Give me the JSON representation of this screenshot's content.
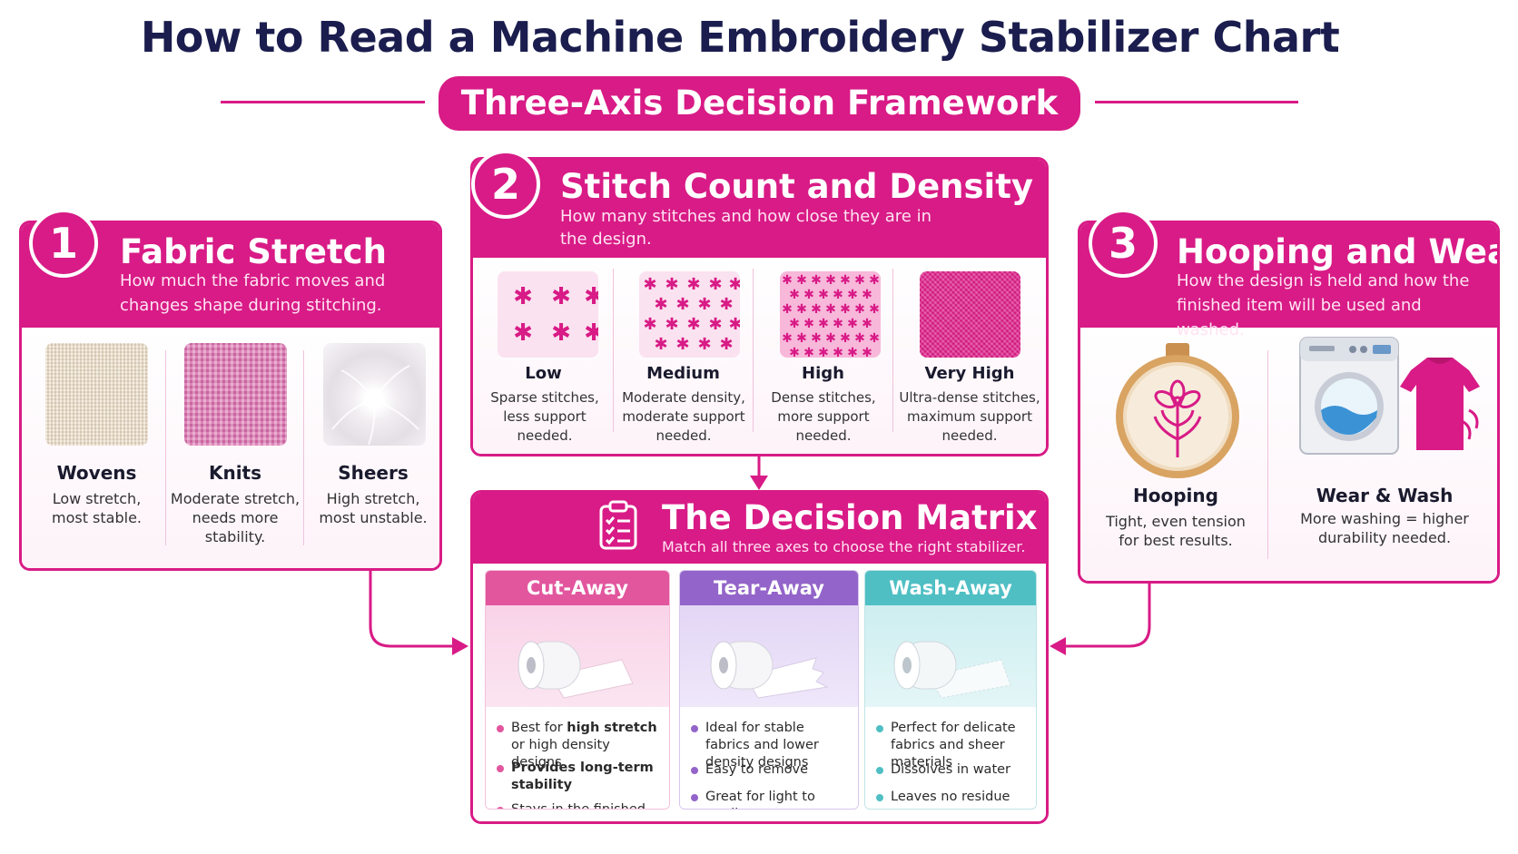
{
  "header": {
    "title": "How to Read a Machine Embroidery Stabilizer Chart",
    "subtitle": "Three-Axis Decision Framework"
  },
  "colors": {
    "accent": "#d81b86",
    "title": "#1a1d4d",
    "cut_away": "#e2569e",
    "tear_away": "#9364c9",
    "wash_away": "#4fbfc4"
  },
  "panel1": {
    "number": "1",
    "title": "Fabric Stretch",
    "description": "How much the fabric moves and changes shape during stitching.",
    "items": [
      {
        "label": "Wovens",
        "text": "Low stretch, most stable.",
        "icon": "woven-fabric-swatch"
      },
      {
        "label": "Knits",
        "text": "Moderate stretch, needs more stability.",
        "icon": "knit-fabric-swatch"
      },
      {
        "label": "Sheers",
        "text": "High stretch, most unstable.",
        "icon": "sheer-fabric-swatch"
      }
    ]
  },
  "panel2": {
    "number": "2",
    "title": "Stitch Count and Density",
    "description": "How many stitches and how close they are in the design.",
    "items": [
      {
        "label": "Low",
        "text": "Sparse stitches, less support needed.",
        "icon": "low-density-swatch"
      },
      {
        "label": "Medium",
        "text": "Moderate density, moderate support needed.",
        "icon": "medium-density-swatch"
      },
      {
        "label": "High",
        "text": "Dense stitches, more support needed.",
        "icon": "high-density-swatch"
      },
      {
        "label": "Very High",
        "text": "Ultra-dense stitches, maximum support needed.",
        "icon": "very-high-density-swatch"
      }
    ]
  },
  "panel3": {
    "number": "3",
    "title": "Hooping and Wear",
    "description": "How the design is held and how the finished item will be used and washed.",
    "items": [
      {
        "label": "Hooping",
        "text": "Tight, even tension for best results.",
        "icon": "embroidery-hoop-icon"
      },
      {
        "label": "Wear & Wash",
        "text": "More washing = higher durability needed.",
        "icon": "washing-machine-icon"
      }
    ]
  },
  "matrix": {
    "title": "The Decision Matrix",
    "subtitle": "Match all three axes to choose the right stabilizer.",
    "icon": "clipboard-checklist-icon",
    "columns": [
      {
        "name": "Cut-Away",
        "bullets": [
          {
            "pre": "Best for ",
            "bold": "high stretch",
            "post": " or high density designs"
          },
          {
            "pre": "",
            "bold": "Provides long-term stability",
            "post": ""
          },
          {
            "pre": "Stays in the finished item",
            "bold": "",
            "post": ""
          }
        ]
      },
      {
        "name": "Tear-Away",
        "bullets": [
          {
            "pre": "Ideal for stable fabrics and lower density designs",
            "bold": "",
            "post": ""
          },
          {
            "pre": "Easy to remove",
            "bold": "",
            "post": ""
          },
          {
            "pre": "Great for light to medium wear",
            "bold": "",
            "post": ""
          }
        ]
      },
      {
        "name": "Wash-Away",
        "bullets": [
          {
            "pre": "Perfect for delicate fabrics and sheer materials",
            "bold": "",
            "post": ""
          },
          {
            "pre": "Dissolves in water",
            "bold": "",
            "post": ""
          },
          {
            "pre": "Leaves no residue",
            "bold": "",
            "post": ""
          }
        ]
      }
    ]
  }
}
